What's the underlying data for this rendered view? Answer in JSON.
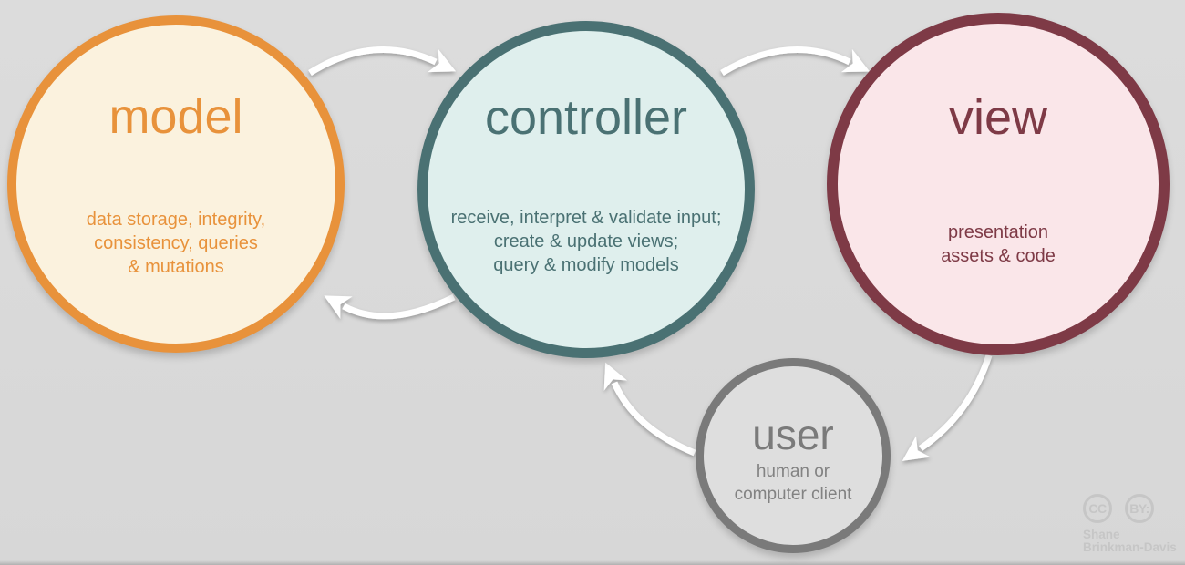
{
  "diagram": {
    "type": "mvc-architecture-cycle",
    "background_color": "#d9d9d9",
    "arrow_color": "#ffffff"
  },
  "nodes": {
    "model": {
      "title": "model",
      "description": "data storage, integrity,\nconsistency, queries\n& mutations",
      "border_color": "#e8923b",
      "fill_color": "#fbf2de",
      "text_color": "#e8923b"
    },
    "controller": {
      "title": "controller",
      "description": "receive, interpret & validate input;\ncreate & update views;\nquery & modify models",
      "border_color": "#4a7173",
      "fill_color": "#dfefed",
      "text_color": "#4a7173"
    },
    "view": {
      "title": "view",
      "description": "presentation\nassets & code",
      "border_color": "#7e3a46",
      "fill_color": "#fae6e9",
      "text_color": "#7e3a46"
    },
    "user": {
      "title": "user",
      "description": "human or\ncomputer client",
      "border_color": "#7a7a7a",
      "fill_color": "#dedede",
      "text_color": "#7a7a7a"
    }
  },
  "arrows": [
    {
      "from": "model",
      "to": "controller"
    },
    {
      "from": "controller",
      "to": "view"
    },
    {
      "from": "controller",
      "to": "model"
    },
    {
      "from": "view",
      "to": "user"
    },
    {
      "from": "user",
      "to": "controller"
    }
  ],
  "attribution": {
    "cc_label": "CC",
    "by_label": "BY:",
    "name": "Shane\nBrinkman-Davis"
  }
}
